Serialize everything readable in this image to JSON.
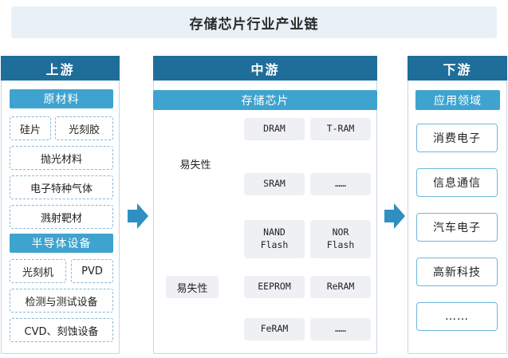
{
  "title": "存储芯片行业产业链",
  "upstream": {
    "header": "上游",
    "raw_materials": {
      "label": "原材料",
      "items": [
        "硅片",
        "光刻胶",
        "抛光材料",
        "电子特种气体",
        "溅射靶材"
      ]
    },
    "equipment": {
      "label": "半导体设备",
      "items": [
        "光刻机",
        "PVD",
        "检测与测试设备",
        "CVD、刻蚀设备"
      ]
    }
  },
  "midstream": {
    "header": "中游",
    "subheader": "存储芯片",
    "categories": [
      "易失性",
      "易失性"
    ],
    "chips": [
      "DRAM",
      "T-RAM",
      "SRAM",
      "……",
      "NAND\nFlash",
      "NOR\nFlash",
      "EEPROM",
      "ReRAM",
      "FeRAM",
      "……"
    ]
  },
  "downstream": {
    "header": "下游",
    "subheader": "应用领域",
    "items": [
      "消费电子",
      "信息通信",
      "汽车电子",
      "高新科技",
      "……"
    ]
  },
  "colors": {
    "header_blue": "#1f6e99",
    "subheader_blue": "#3fa3cf",
    "arrow_blue": "#2f8fc0",
    "title_bg": "#e9f1f8"
  }
}
